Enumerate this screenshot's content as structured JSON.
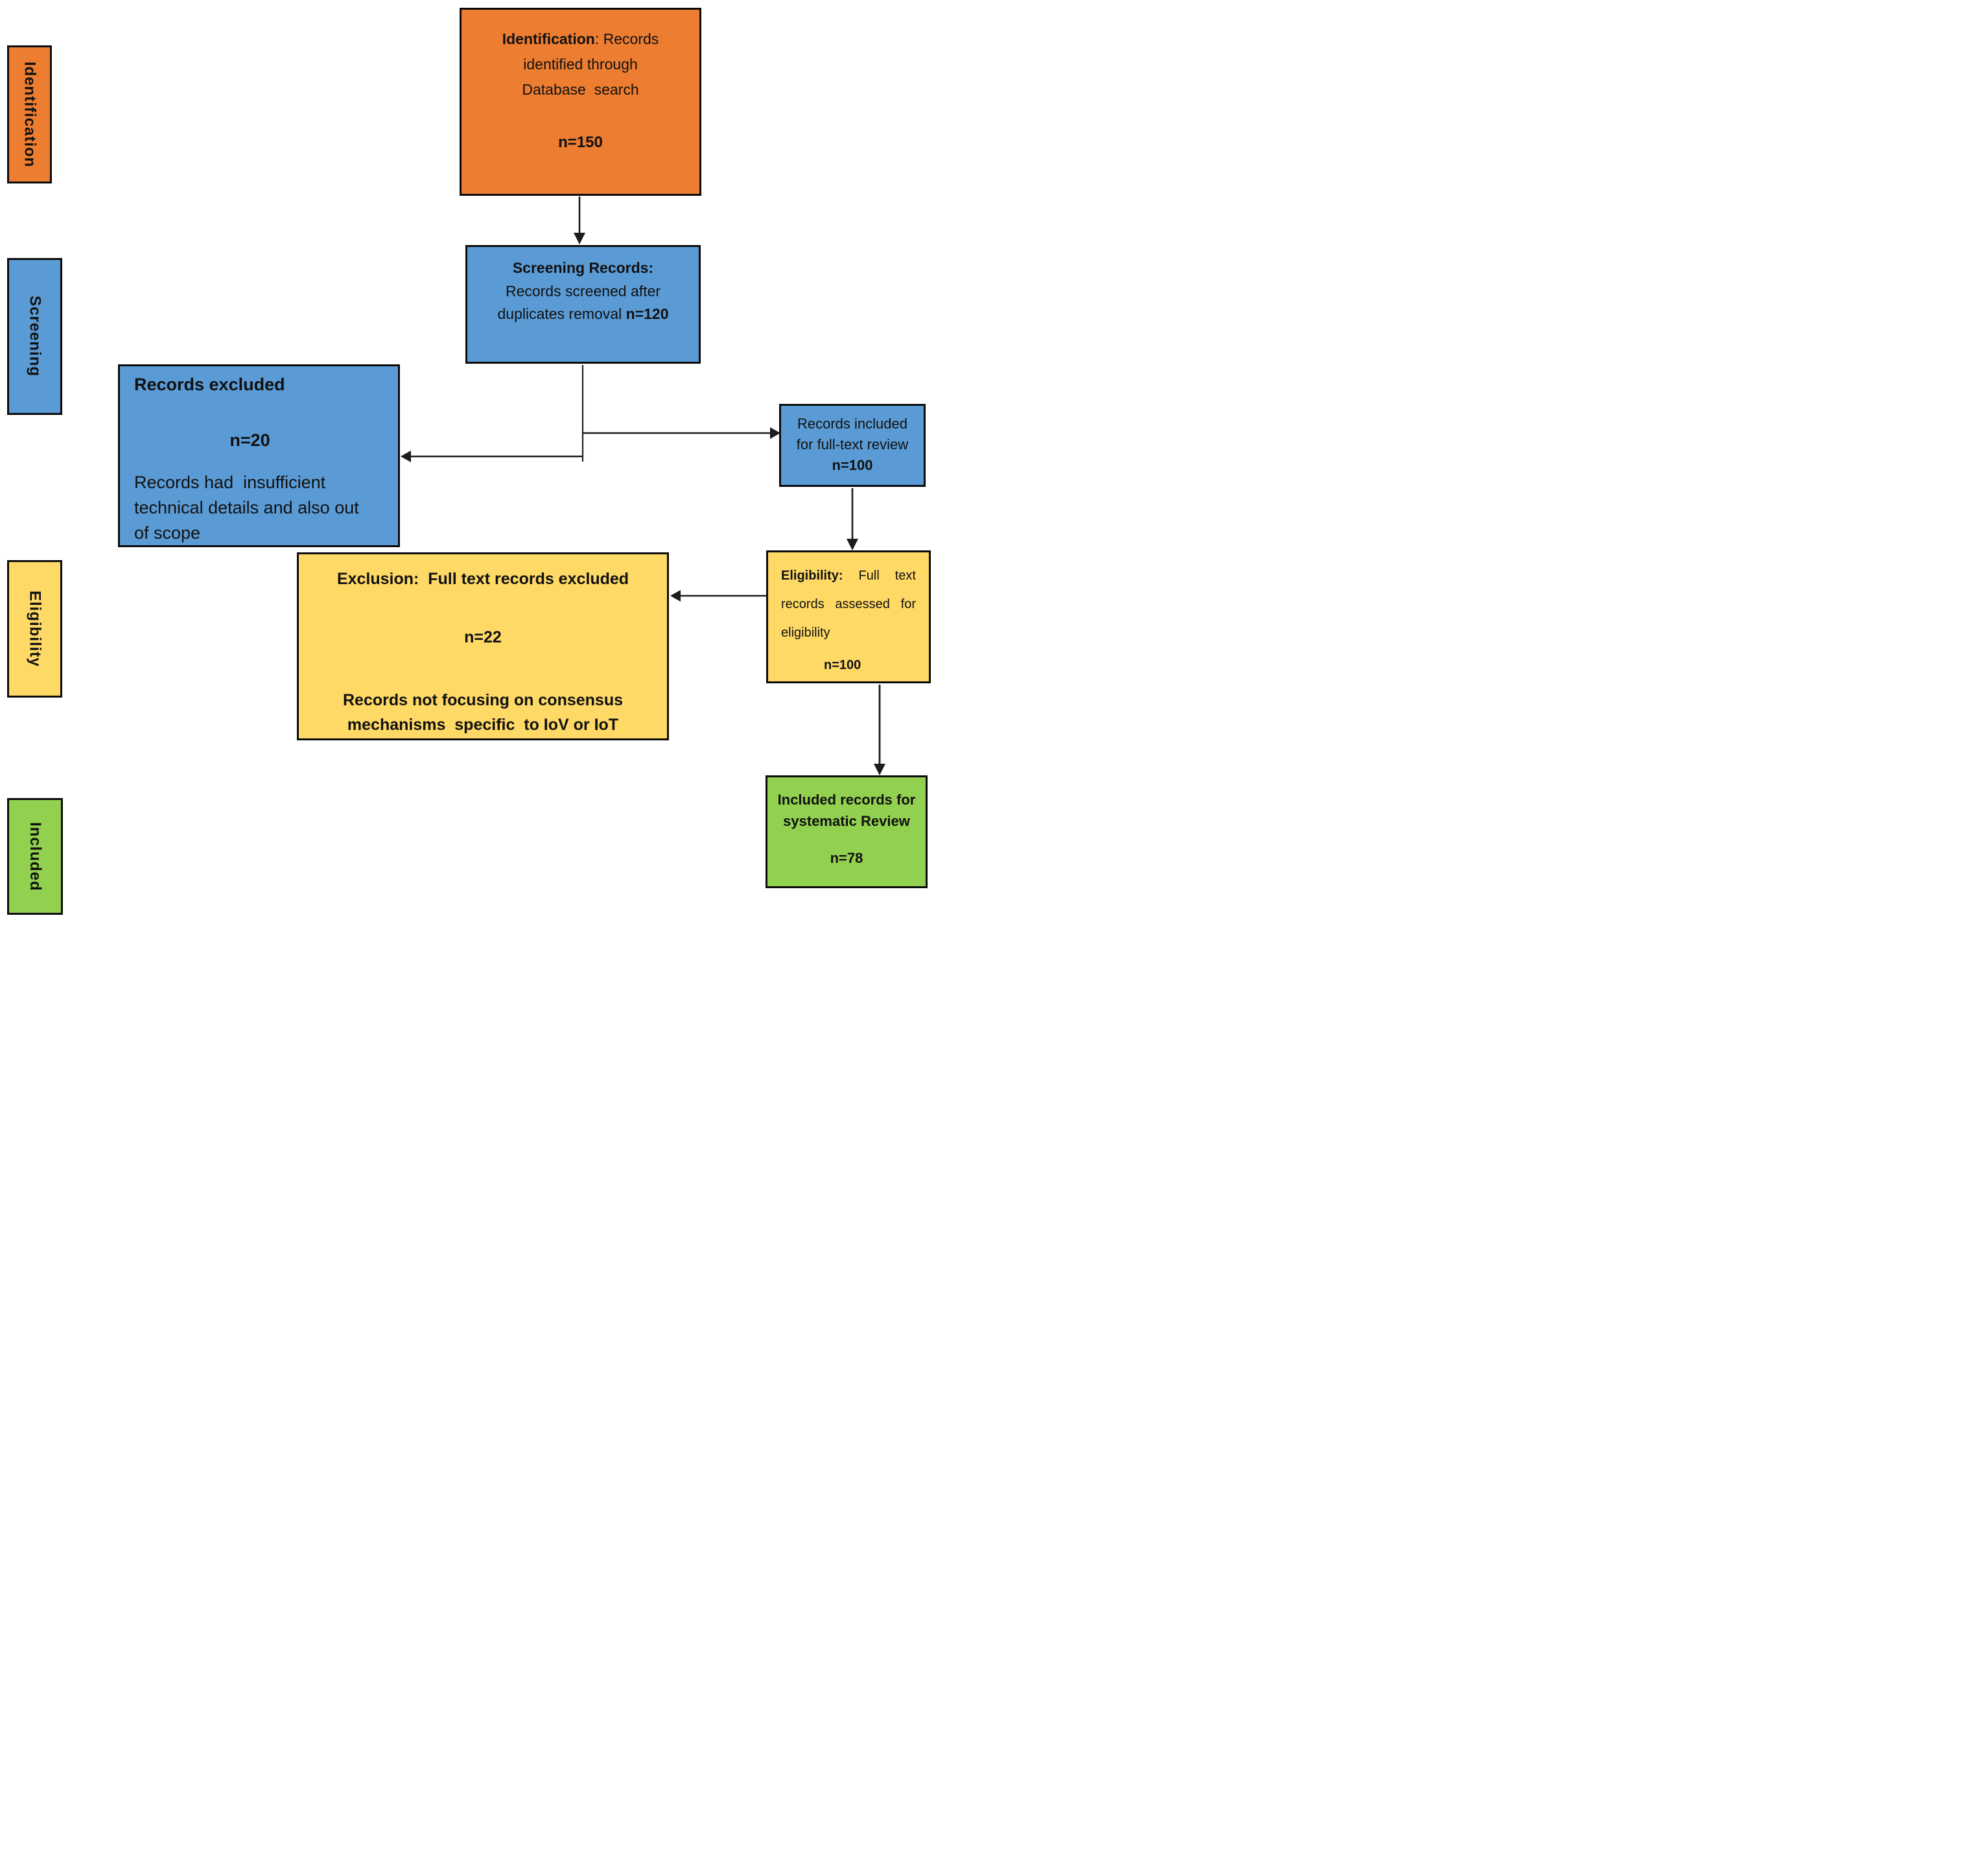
{
  "colors": {
    "orange": "#ED7D31",
    "blue": "#5B9BD5",
    "yellow": "#FFD966",
    "green": "#92D050",
    "border": "#0b0b0b",
    "arrow": "#1c1c1c",
    "background": "#ffffff"
  },
  "sidebar": {
    "items": [
      {
        "id": "identification",
        "label": "Identification",
        "color": "#ED7D31"
      },
      {
        "id": "screening",
        "label": "Screening",
        "color": "#5B9BD5"
      },
      {
        "id": "eligibility",
        "label": "Eligibility",
        "color": "#FFD966"
      },
      {
        "id": "included",
        "label": "Included",
        "color": "#92D050"
      }
    ]
  },
  "boxes": {
    "identification": {
      "title_bold": "Identification",
      "title_rest": ": Records identified through Database  search",
      "count": "n=150"
    },
    "screening": {
      "title_bold": "Screening Records:",
      "body": " Records screened after duplicates removal ",
      "count": "n=120"
    },
    "records_excluded": {
      "title": "Records excluded",
      "count": "n=20",
      "body": "Records had  insufficient technical details and also out of scope"
    },
    "records_included": {
      "body": "Records included for full-text review ",
      "count": "n=100"
    },
    "exclusion": {
      "title": "Exclusion:  Full text records excluded",
      "count": "n=22",
      "body": "Records not focusing on consensus mechanisms  specific  to IoV or IoT"
    },
    "eligibility": {
      "title_bold": "Eligibility:",
      "body": "  Full  text records assessed for eligibility",
      "count": "n=100"
    },
    "included": {
      "title": "Included records for systematic Review",
      "count": "n=78"
    }
  }
}
